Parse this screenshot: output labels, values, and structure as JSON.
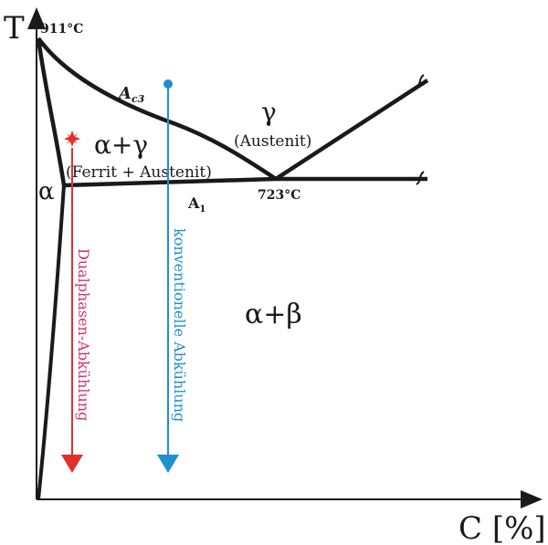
{
  "axes": {
    "y_label": "T",
    "x_label": "C [%]"
  },
  "temperatures": {
    "top": "911°C",
    "eutectoid": "723°C"
  },
  "lines": {
    "ac3": {
      "main": "A",
      "sub": "c3"
    },
    "a1": {
      "main": "A",
      "sub": "1"
    }
  },
  "phases": {
    "gamma_symbol": "γ",
    "gamma_name": "(Austenit)",
    "alpha_gamma_symbol": "α+γ",
    "alpha_gamma_name": "(Ferrit + Austenit)",
    "alpha_symbol": "α",
    "alpha_beta_symbol": "α+β"
  },
  "cooling_paths": {
    "dualphase_label": "Dualphasen-Abkühlung",
    "conventional_label": "konventionelle Abkühlung"
  },
  "colors": {
    "line": "#1a1a1a",
    "dualphase": "#e0312d",
    "conventional": "#1e8fd0",
    "dualphase_text": "#d2336f"
  }
}
